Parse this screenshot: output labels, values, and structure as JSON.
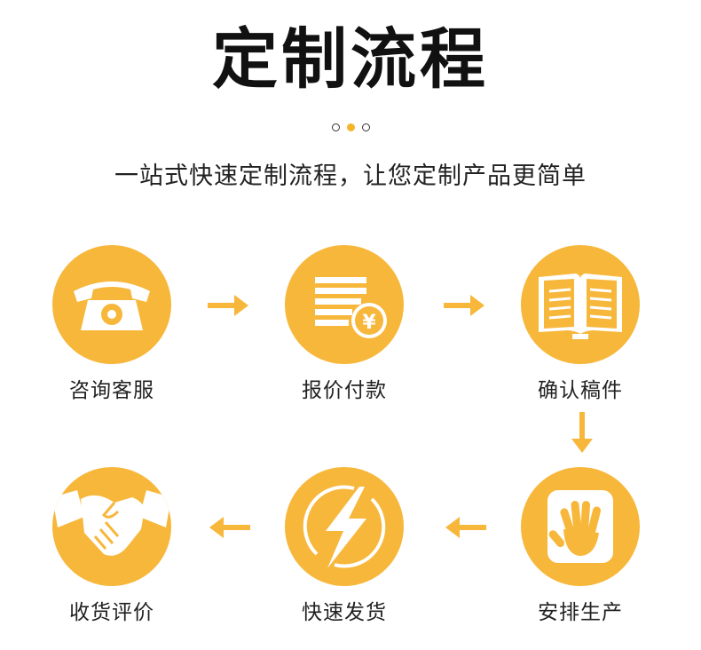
{
  "header": {
    "title": "定制流程",
    "subtitle": "一站式快速定制流程，让您定制产品更简单"
  },
  "pager": {
    "count": 3,
    "active_index": 1
  },
  "colors": {
    "accent": "#f7b73b",
    "text": "#222222",
    "dot_active": "#f5b526"
  },
  "steps": [
    {
      "label": "咨询客服",
      "icon": "telephone-icon"
    },
    {
      "label": "报价付款",
      "icon": "invoice-yen-icon"
    },
    {
      "label": "确认稿件",
      "icon": "open-book-icon"
    },
    {
      "label": "安排生产",
      "icon": "hand-icon"
    },
    {
      "label": "快速发货",
      "icon": "lightning-icon"
    },
    {
      "label": "收货评价",
      "icon": "handshake-icon"
    }
  ]
}
